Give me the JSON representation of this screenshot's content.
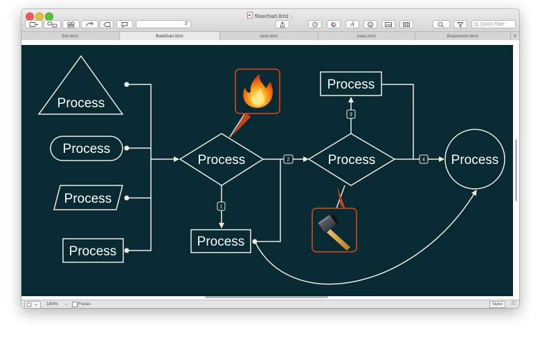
{
  "window": {
    "document_title": "flowchart.itmz"
  },
  "toolbar": {
    "filter_placeholder": "Quick Filter"
  },
  "tabs": [
    {
      "label": "fish.itmz"
    },
    {
      "label": "flowchart.itmz"
    },
    {
      "label": "task.itmz"
    },
    {
      "label": "uses.itmz"
    },
    {
      "label": "Brainstorm.itmz"
    }
  ],
  "tab_add_label": "+",
  "diagram": {
    "nodes": [
      {
        "label": "Process"
      },
      {
        "label": "Process"
      },
      {
        "label": "Process"
      },
      {
        "label": "Process"
      },
      {
        "label": "Process"
      },
      {
        "label": "Process"
      },
      {
        "label": "Process"
      },
      {
        "label": "Process"
      },
      {
        "label": "Process"
      }
    ],
    "edge_labels": [
      "1",
      "2",
      "3",
      "4"
    ],
    "icons": [
      "fire-icon",
      "hammer-icon"
    ],
    "colors": {
      "canvas": "#082a33",
      "line": "#f3ede0",
      "icon_frame": "#c2431d"
    }
  },
  "statusbar": {
    "zoom": "100%",
    "focus_label": "Focus",
    "styles_label": "Styles"
  }
}
